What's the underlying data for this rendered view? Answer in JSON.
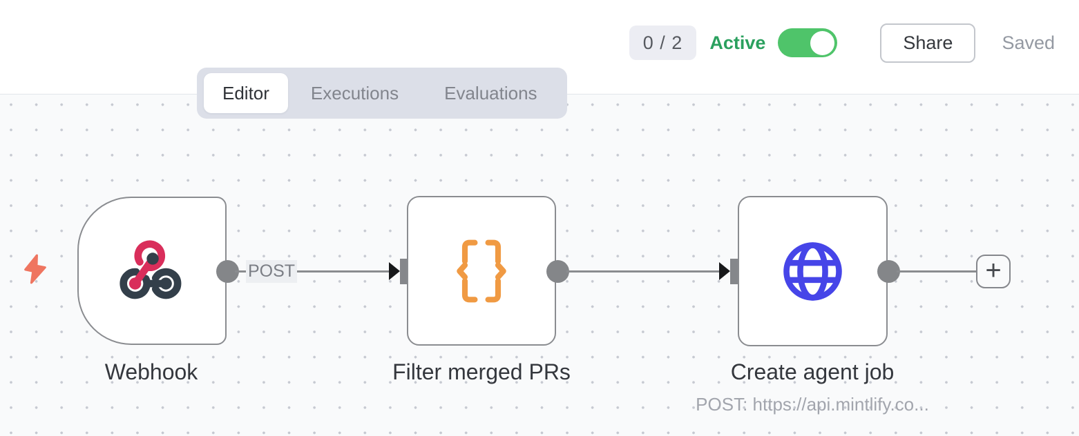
{
  "header": {
    "counter_badge": "0 / 2",
    "active_label": "Active",
    "active_toggle_on": true,
    "share_button": "Share",
    "save_status": "Saved"
  },
  "tabs": [
    {
      "label": "Editor",
      "active": true
    },
    {
      "label": "Executions",
      "active": false
    },
    {
      "label": "Evaluations",
      "active": false
    }
  ],
  "workflow": {
    "nodes": [
      {
        "name": "Webhook",
        "type": "webhook-trigger",
        "icon": "webhook-icon"
      },
      {
        "name": "Filter merged PRs",
        "type": "code",
        "icon": "curly-braces-icon"
      },
      {
        "name": "Create agent job",
        "type": "http-request",
        "icon": "globe-icon",
        "subtitle": "POST: https://api.mintlify.co..."
      }
    ],
    "connections": [
      {
        "from": "Webhook",
        "to": "Filter merged PRs",
        "label": "POST"
      },
      {
        "from": "Filter merged PRs",
        "to": "Create agent job",
        "label": ""
      }
    ],
    "add_button_label": "+"
  },
  "colors": {
    "active_green": "#2aa05e",
    "toggle_green": "#4fc46a",
    "webhook_pink": "#d92e5b",
    "webhook_dark": "#333f4a",
    "code_orange": "#f09a43",
    "http_blue": "#4645e8",
    "trigger_bolt_orange": "#ef7560",
    "canvas_bg": "#f9fafb"
  }
}
